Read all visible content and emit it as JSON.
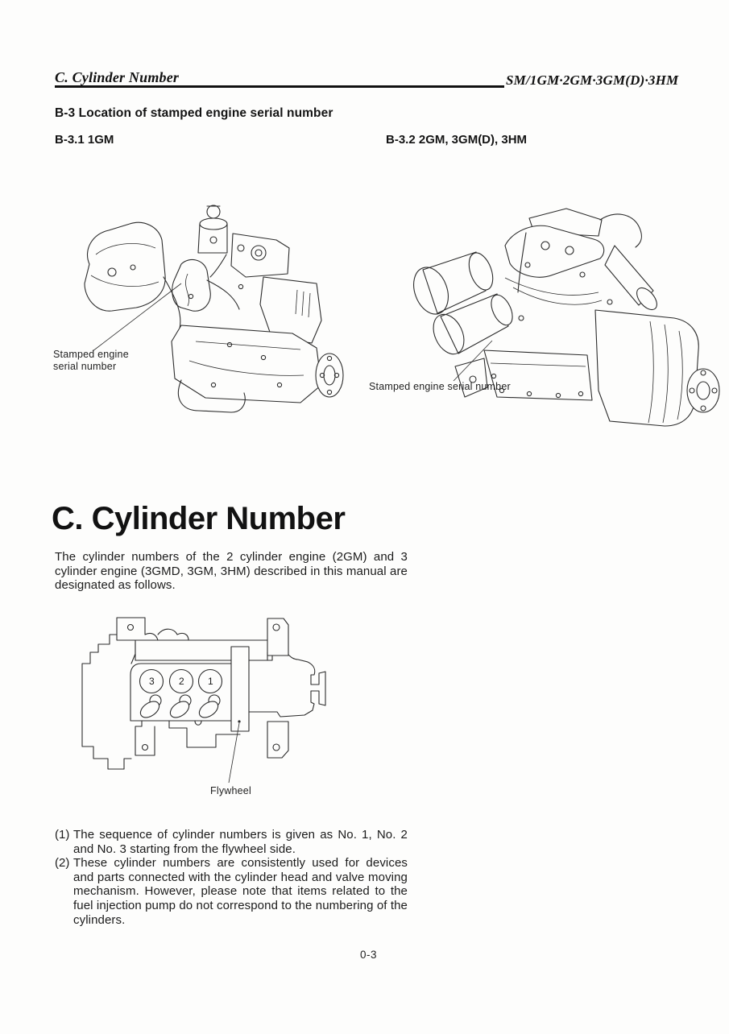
{
  "header": {
    "section_title": "C. Cylinder Number",
    "model_code": "SM/1GM·2GM·3GM(D)·3HM"
  },
  "section_b3": {
    "heading": "B-3 Location of stamped engine serial number",
    "fig1_caption": "B-3.1 1GM",
    "fig2_caption": "B-3.2 2GM, 3GM(D), 3HM",
    "fig1_label_line1": "Stamped engine",
    "fig1_label_line2": "serial number",
    "fig2_label": "Stamped engine serial number"
  },
  "section_c": {
    "title": "C. Cylinder Number",
    "intro": "The cylinder numbers of the 2 cylinder engine (2GM) and 3 cylinder engine (3GMD, 3GM, 3HM) described in this manual are designated as follows.",
    "diagram": {
      "cylinder_labels": [
        "3",
        "2",
        "1"
      ],
      "flywheel_label": "Flywheel"
    },
    "notes": [
      {
        "num": "(1)",
        "text": "The sequence of cylinder numbers is given as No. 1, No. 2 and No. 3 starting from the flywheel side."
      },
      {
        "num": "(2)",
        "text": "These cylinder numbers are consistently used for devices and parts connected with the cylinder head and valve moving mechanism. However, please note that items related to the fuel injection pump do not correspond to the numbering of the cylinders."
      }
    ]
  },
  "footer": {
    "page_number": "0-3"
  }
}
